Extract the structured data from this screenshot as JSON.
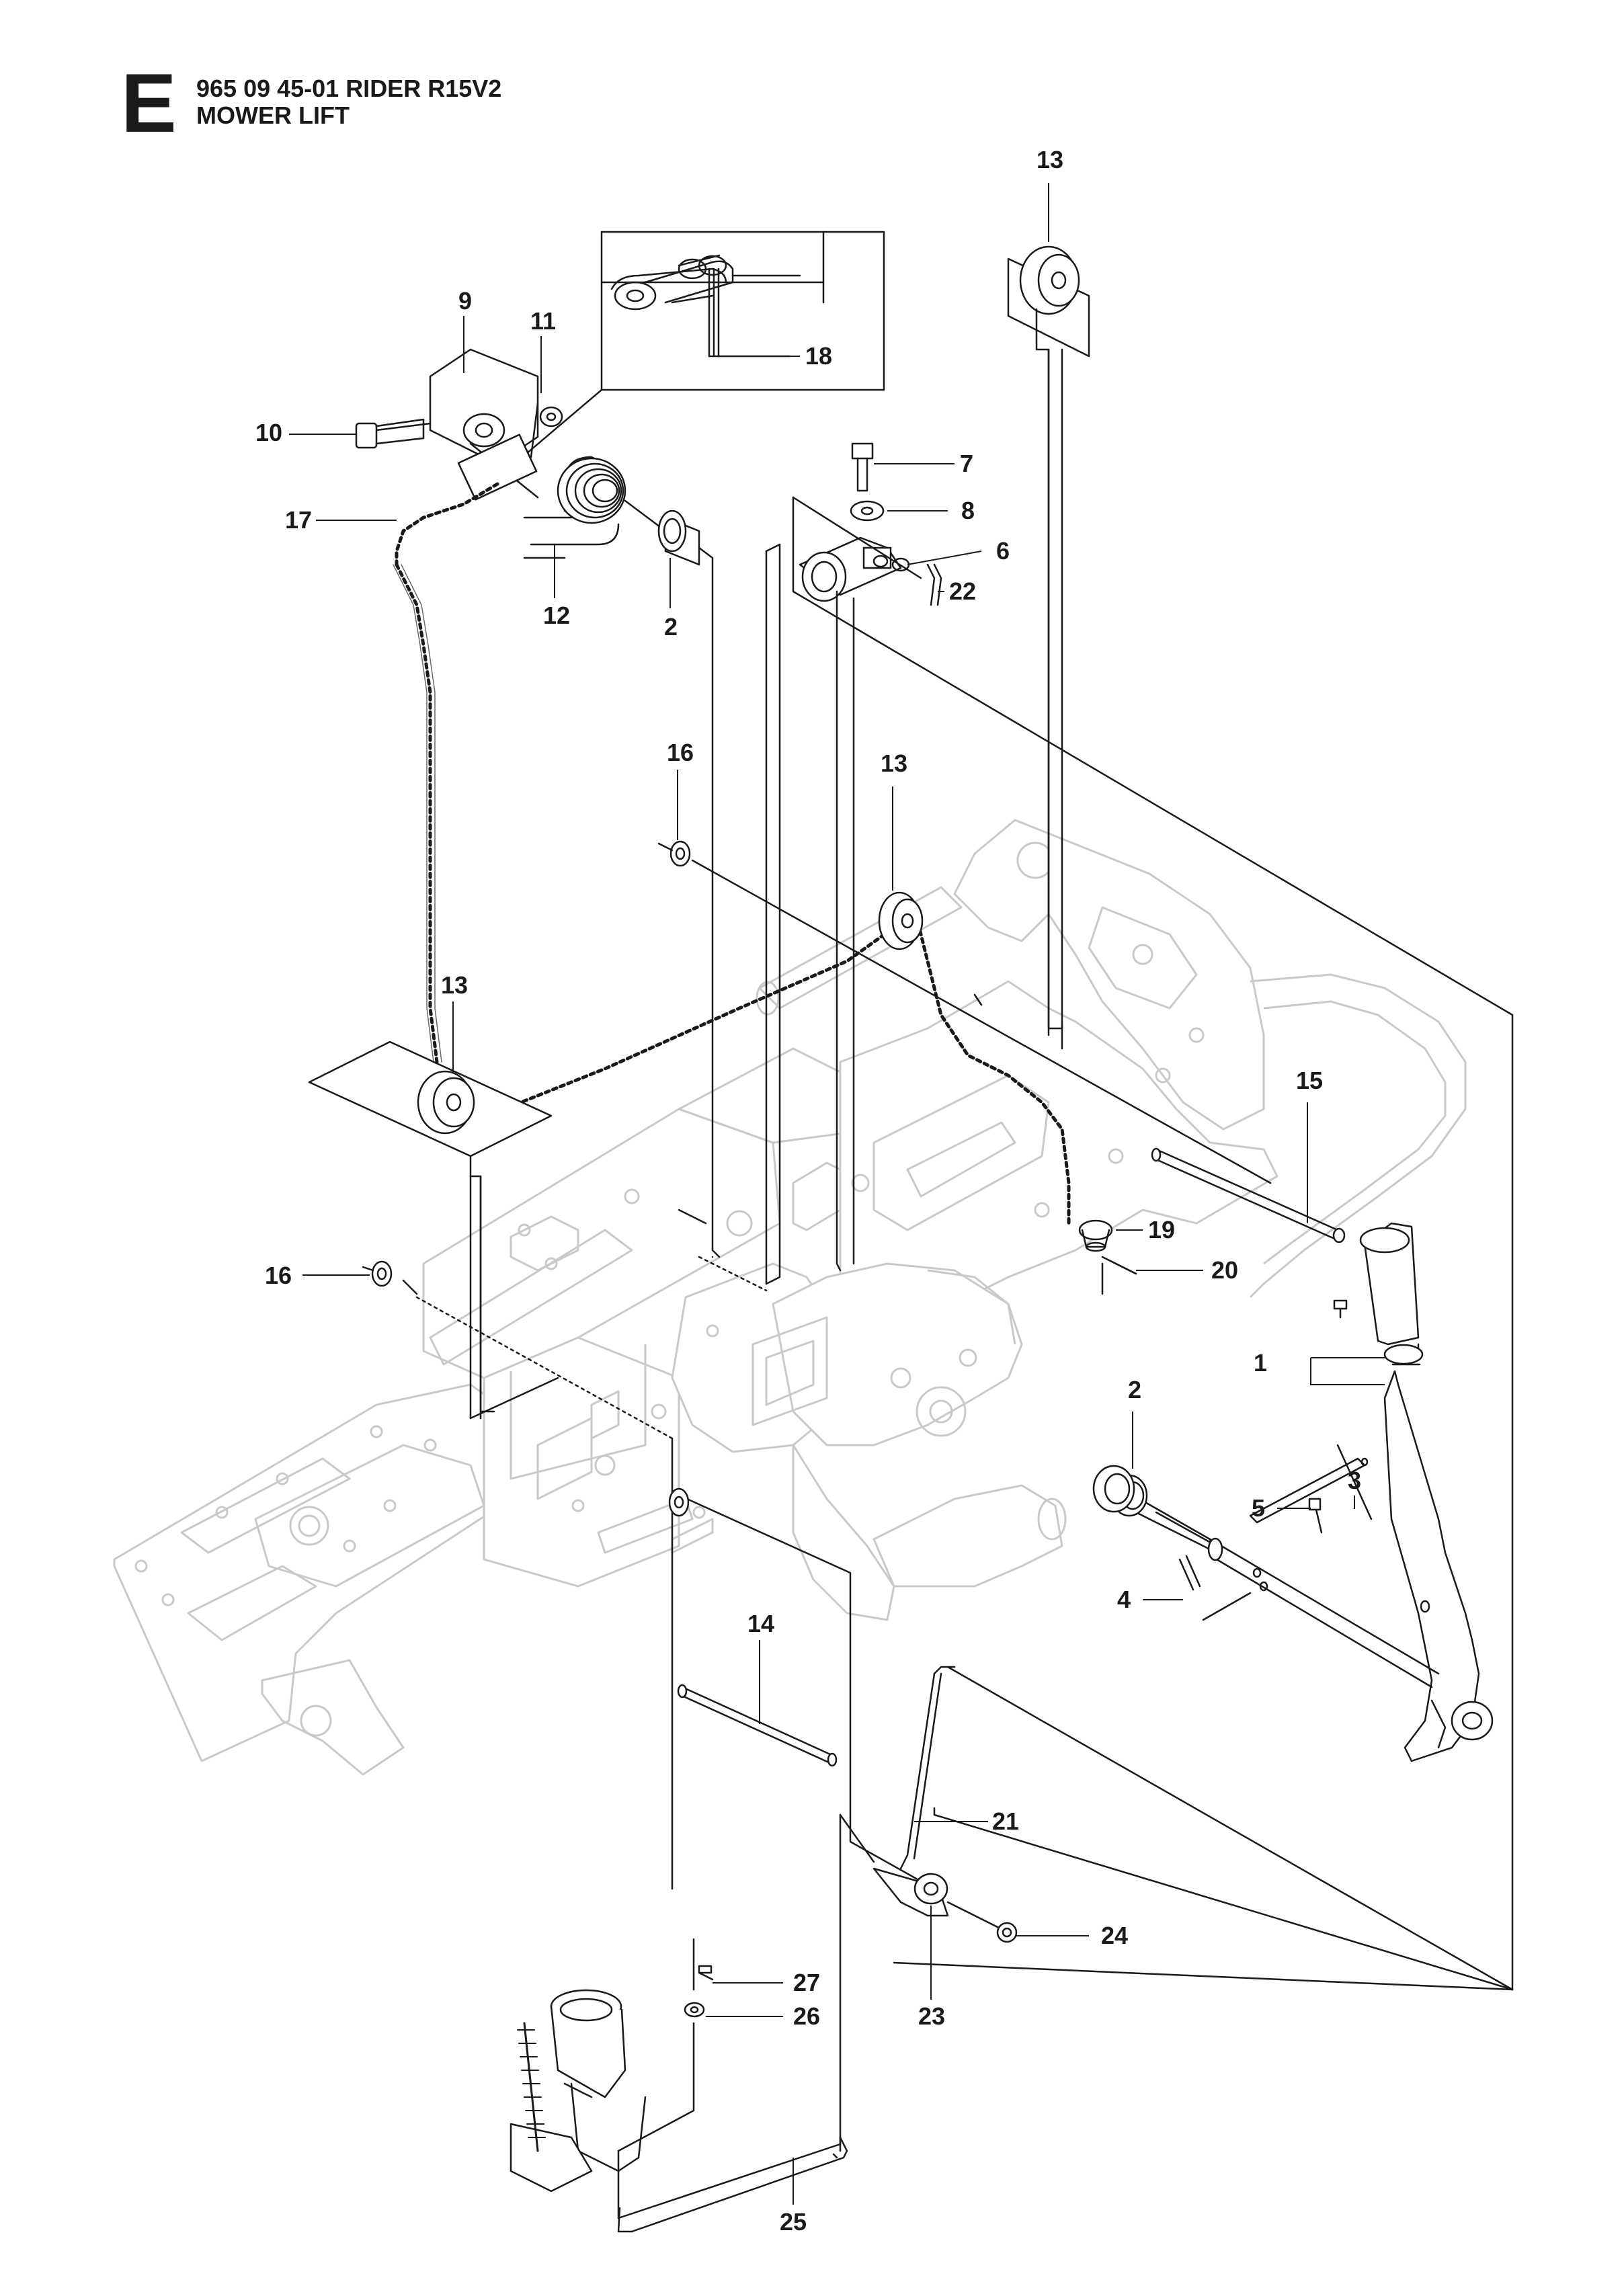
{
  "header": {
    "section_letter": "E",
    "part_number_line": "965 09 45-01 RIDER R15V2",
    "assembly_name": "MOWER LIFT"
  },
  "callouts": [
    {
      "id": "c13a",
      "label": "13"
    },
    {
      "id": "c18",
      "label": "18"
    },
    {
      "id": "c9",
      "label": "9"
    },
    {
      "id": "c11",
      "label": "11"
    },
    {
      "id": "c10",
      "label": "10"
    },
    {
      "id": "c17",
      "label": "17"
    },
    {
      "id": "c12",
      "label": "12"
    },
    {
      "id": "c2a",
      "label": "2"
    },
    {
      "id": "c7",
      "label": "7"
    },
    {
      "id": "c8",
      "label": "8"
    },
    {
      "id": "c6",
      "label": "6"
    },
    {
      "id": "c22",
      "label": "22"
    },
    {
      "id": "c16a",
      "label": "16"
    },
    {
      "id": "c13b",
      "label": "13"
    },
    {
      "id": "c13c",
      "label": "13"
    },
    {
      "id": "c15",
      "label": "15"
    },
    {
      "id": "c19",
      "label": "19"
    },
    {
      "id": "c20",
      "label": "20"
    },
    {
      "id": "c16b",
      "label": "16"
    },
    {
      "id": "c1",
      "label": "1"
    },
    {
      "id": "c2b",
      "label": "2"
    },
    {
      "id": "c3",
      "label": "3"
    },
    {
      "id": "c5",
      "label": "5"
    },
    {
      "id": "c4",
      "label": "4"
    },
    {
      "id": "c14",
      "label": "14"
    },
    {
      "id": "c21",
      "label": "21"
    },
    {
      "id": "c24",
      "label": "24"
    },
    {
      "id": "c23",
      "label": "23"
    },
    {
      "id": "c27",
      "label": "27"
    },
    {
      "id": "c26",
      "label": "26"
    },
    {
      "id": "c25",
      "label": "25"
    }
  ]
}
